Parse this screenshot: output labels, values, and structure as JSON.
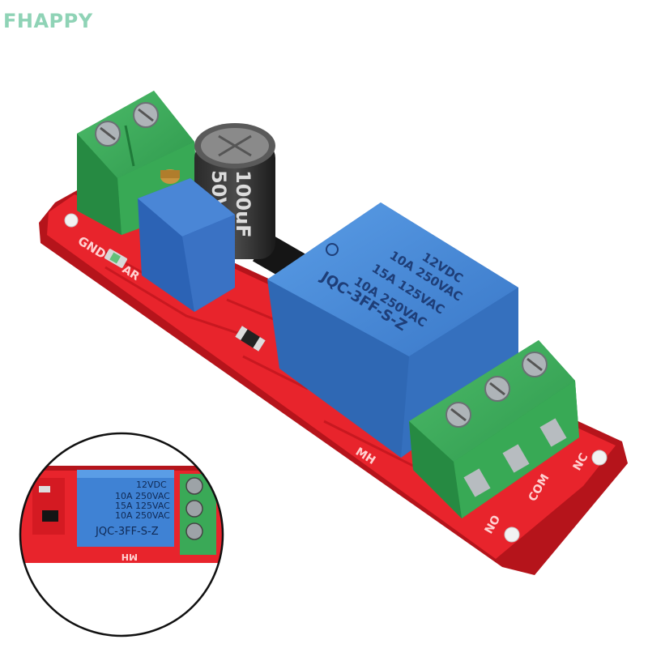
{
  "watermark": {
    "text": "FHAPPY",
    "color": "#8fd3b6"
  },
  "board": {
    "color": "#e8242c",
    "labels": {
      "gnd": "GND",
      "nc": "NC",
      "com": "COM",
      "no": "NO",
      "mh": "MH",
      "ar": "AR"
    }
  },
  "relay": {
    "color": "#3f82d4",
    "lines": [
      "12VDC",
      "10A 250VAC",
      "15A 125VAC",
      "10A 250VAC",
      "JQC-3FF-S-Z"
    ]
  },
  "capacitor": {
    "lines": [
      "50V",
      "100uF"
    ]
  },
  "inset": {
    "relay_lines": [
      "12VDC",
      "10A 250VAC",
      "15A 125VAC",
      "10A 250VAC",
      "JQC-3FF-S-Z"
    ],
    "mh": "MH"
  },
  "icons": [
    "relay-module-photo",
    "terminal-block-icon",
    "potentiometer-icon",
    "capacitor-icon",
    "led-icon"
  ]
}
